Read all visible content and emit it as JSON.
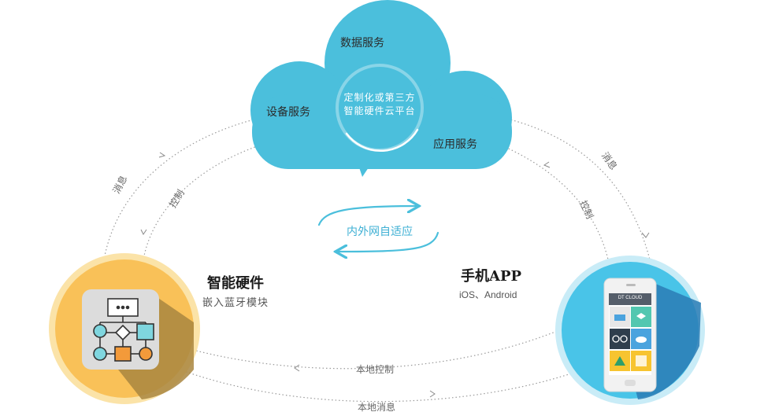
{
  "cloud": {
    "center_line1": "定制化或第三方",
    "center_line2": "智能硬件云平台",
    "services": {
      "data": "数据服务",
      "device": "设备服务",
      "app": "应用服务"
    }
  },
  "edges": {
    "left_message": "消息",
    "left_control": "控制",
    "right_message": "消息",
    "right_control": "控制",
    "local_control": "本地控制",
    "local_message": "本地消息"
  },
  "adaptive": "内外网自适应",
  "hardware": {
    "title": "智能硬件",
    "subtitle": "嵌入蓝牙模块"
  },
  "phone": {
    "title": "手机APP",
    "subtitle": "iOS、Android",
    "screen_header": "DT CLOUD"
  },
  "colors": {
    "cloud": "#4bbfdc",
    "hardware_circle": "#f9c158",
    "phone_circle": "#49c4e8",
    "arrow": "#4bbfdc"
  }
}
